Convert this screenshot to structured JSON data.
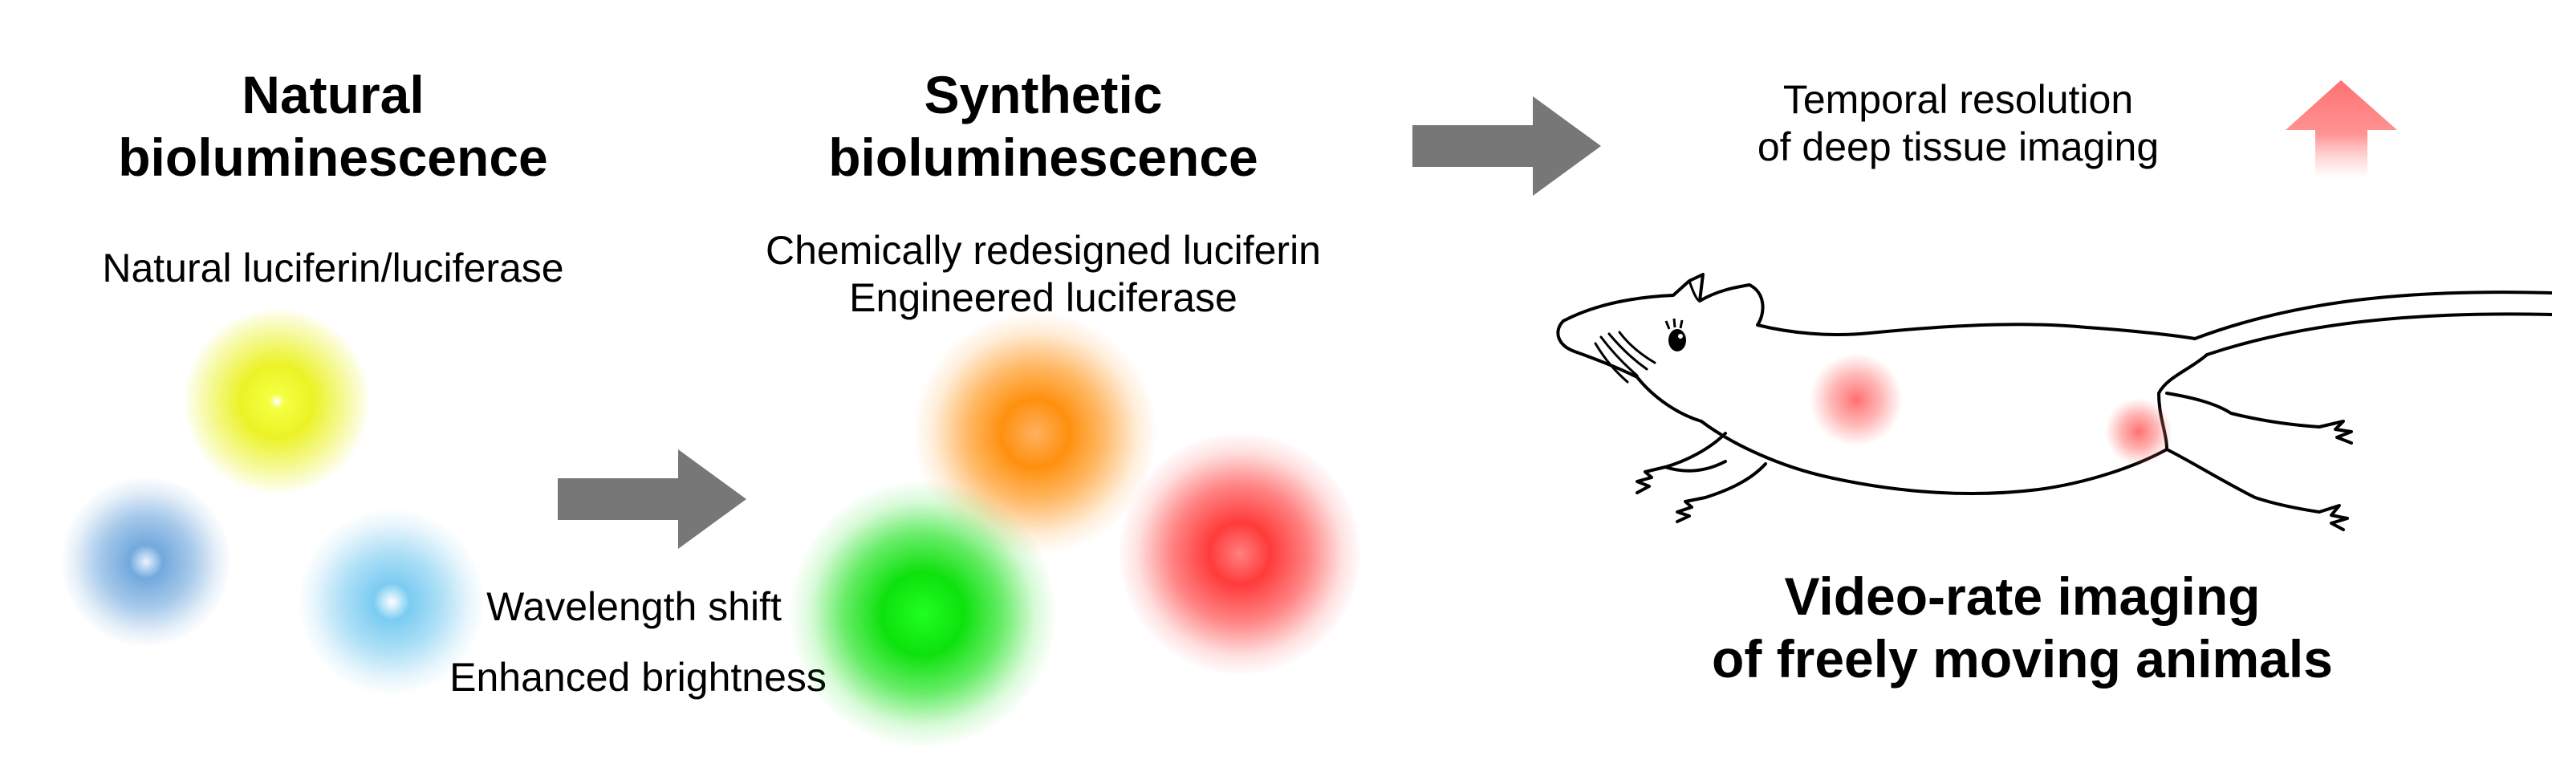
{
  "natural": {
    "title_line1": "Natural",
    "title_line2": "bioluminescence",
    "subtitle": "Natural luciferin/luciferase",
    "glows": [
      {
        "name": "yellow-glow",
        "color": "#e8f000"
      },
      {
        "name": "blue-glow",
        "color": "#5a9ad8"
      },
      {
        "name": "cyan-glow",
        "color": "#6cc6f0"
      }
    ]
  },
  "shift": {
    "line1": "Wavelength shift",
    "line2": "Enhanced brightness"
  },
  "synthetic": {
    "title_line1": "Synthetic",
    "title_line2": "bioluminescence",
    "sub_line1": "Chemically redesigned luciferin",
    "sub_line2": "Engineered luciferase",
    "glows": [
      {
        "name": "orange-glow",
        "color": "#ff8a00"
      },
      {
        "name": "green-glow",
        "color": "#00e000"
      },
      {
        "name": "red-glow",
        "color": "#ff3030"
      }
    ]
  },
  "result": {
    "temporal_line1": "Temporal resolution",
    "temporal_line2": "of deep tissue imaging",
    "up_arrow_color": "#ff7070",
    "video_line1": "Video-rate imaging",
    "video_line2": "of freely moving animals",
    "mouse_glow_color": "#ff6060"
  },
  "arrow_color": "#777777"
}
